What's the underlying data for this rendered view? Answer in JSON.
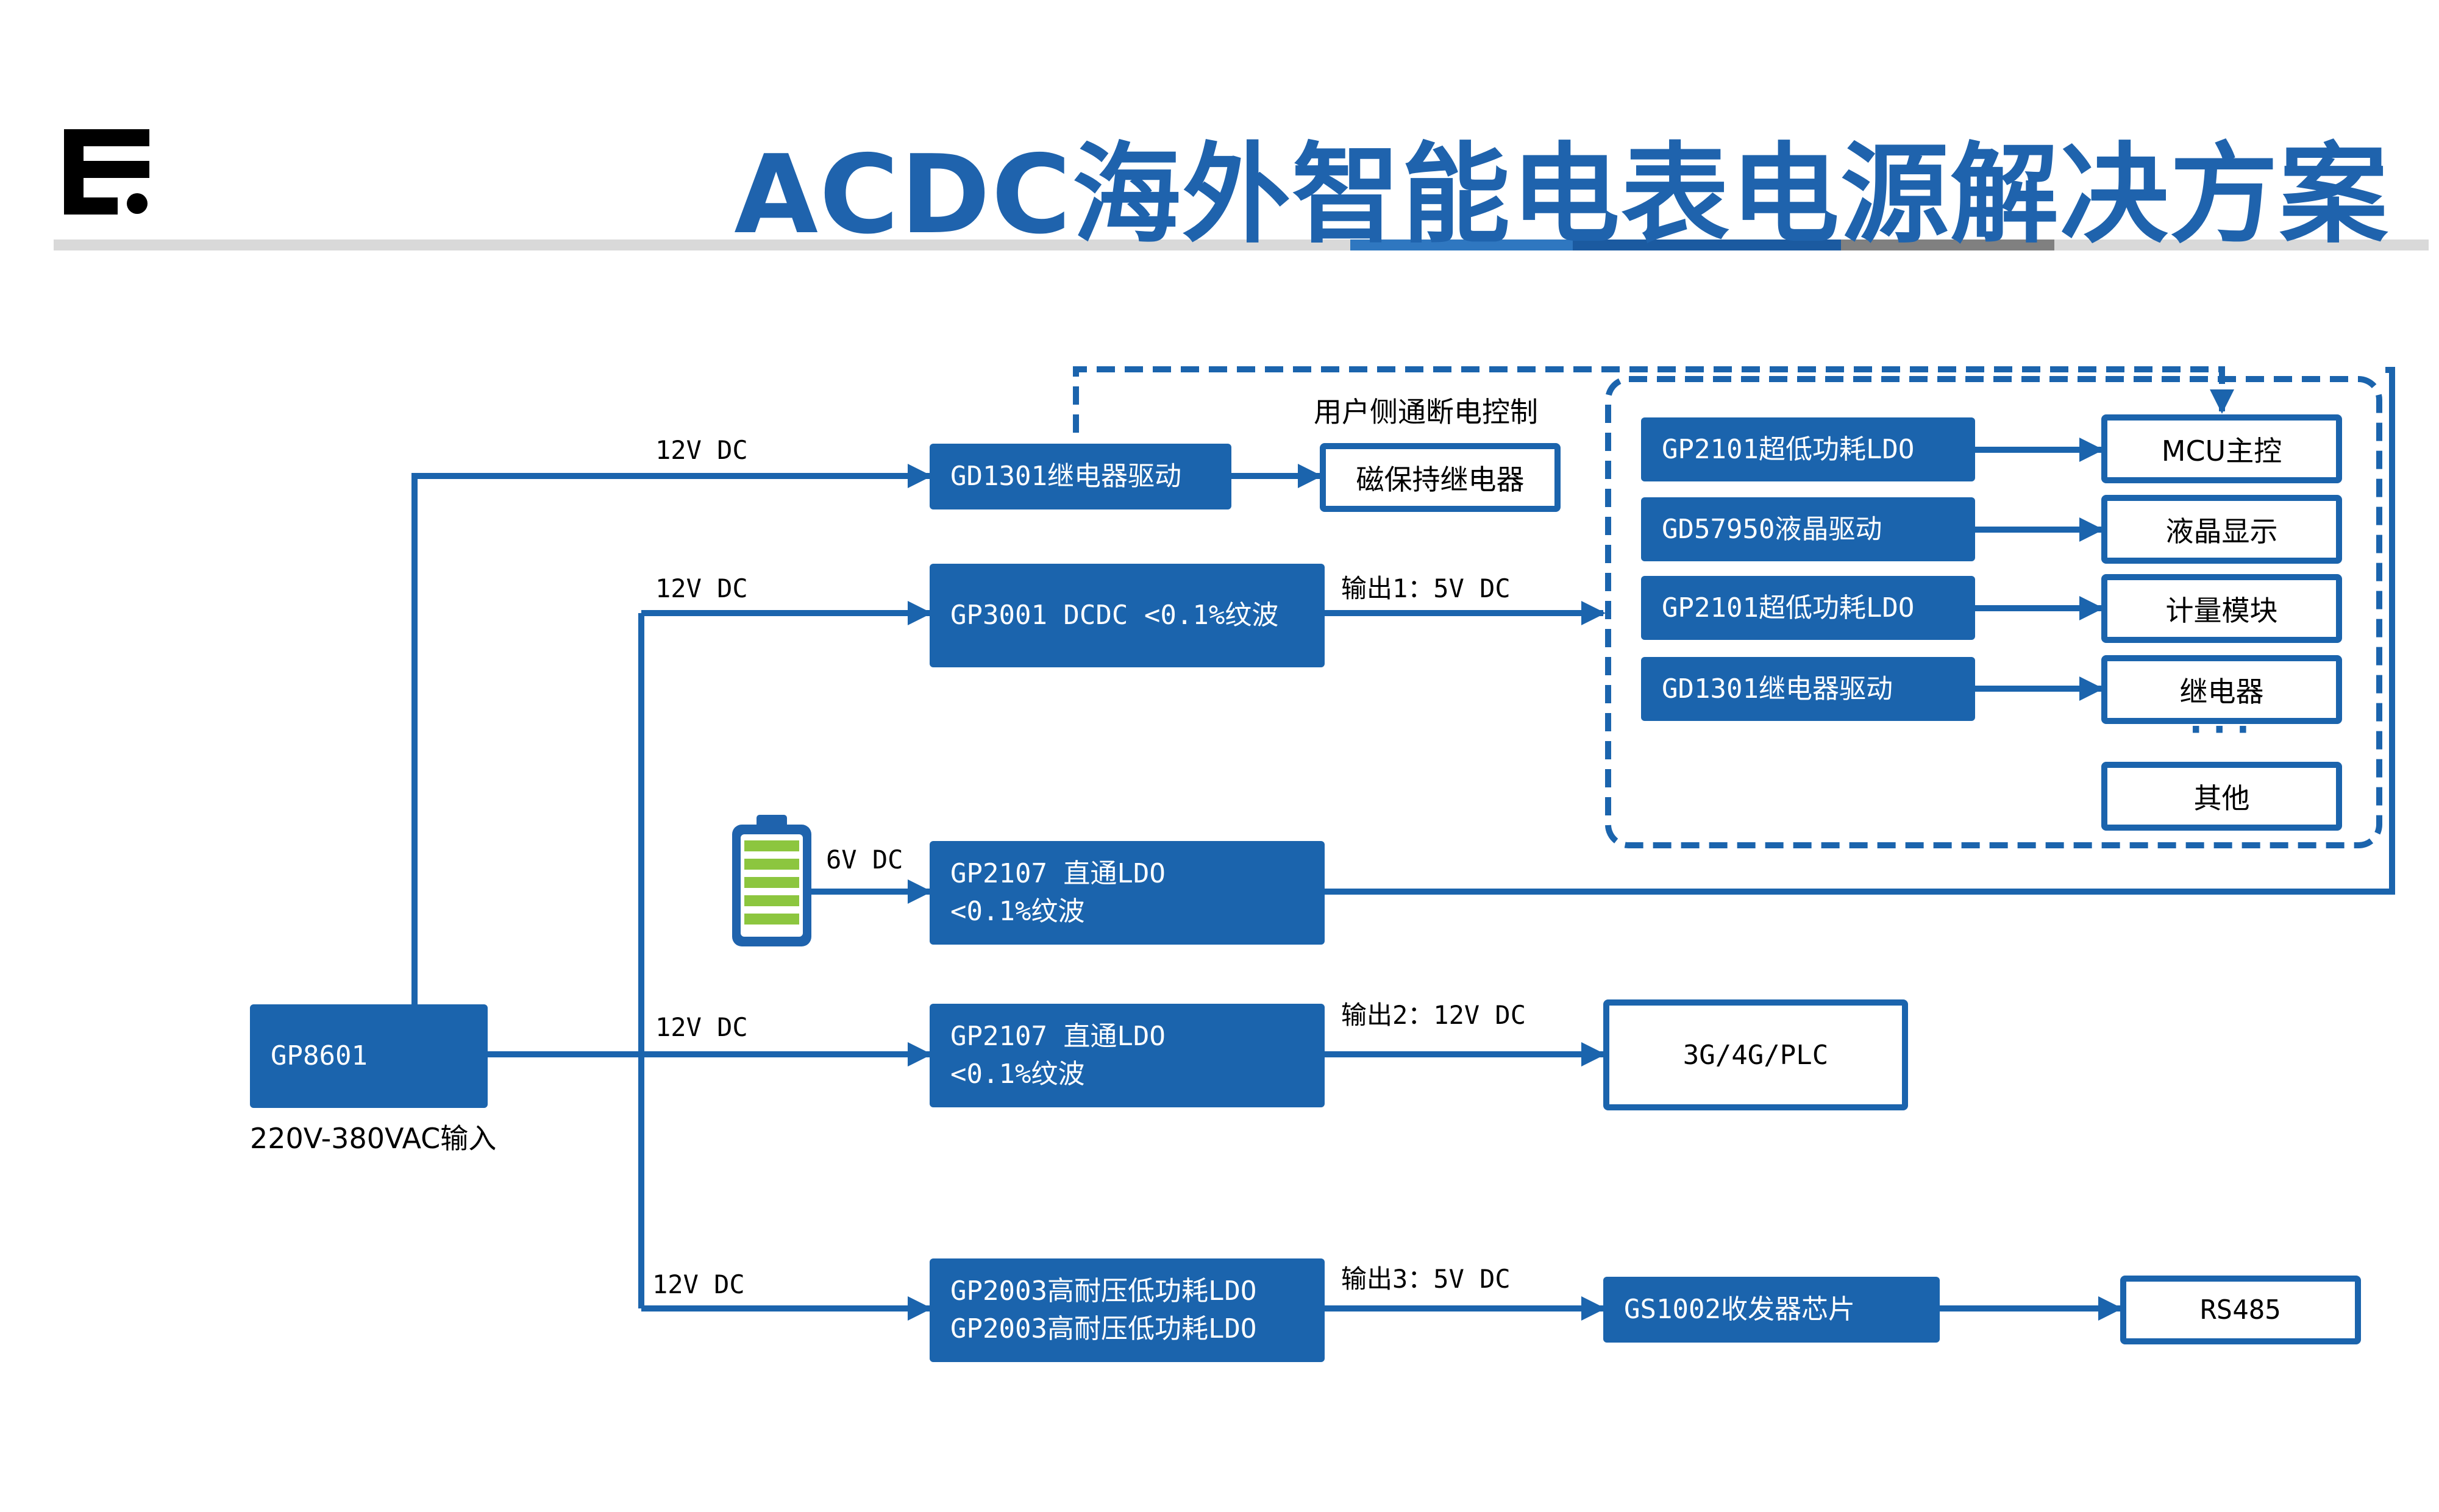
{
  "page": {
    "title": "ACDC海外智能电表电源解决方案",
    "accent_color": "#1f63ad",
    "box_color": "#1b64ad",
    "logo_icon": "brand-logo-icon",
    "battery_icon": "battery-icon",
    "battery_color": "#8cc63f"
  },
  "source": {
    "name": "GP8601",
    "input_label": "220V-380VAC输入"
  },
  "branches": {
    "relay": {
      "voltage": "12V DC",
      "driver": "GD1301继电器驱动",
      "caption": "用户侧通断电控制",
      "relay_box": "磁保持继电器"
    },
    "dcdc": {
      "voltage": "12V DC",
      "line1": "GP3001 DCDC <0.1%纹波",
      "output": "输出1：5V DC"
    },
    "battery": {
      "voltage": "6V DC",
      "line1": "GP2107 直通LDO",
      "line2": "<0.1%纹波"
    },
    "ldo12": {
      "voltage": "12V DC",
      "line1": "GP2107 直通LDO",
      "line2": "<0.1%纹波",
      "output": "输出2：12V DC",
      "target": "3G/4G/PLC"
    },
    "ldo5": {
      "voltage": "12V DC",
      "line1": "GP2003高耐压低功耗LDO",
      "line2": "GP2003高耐压低功耗LDO",
      "output": "输出3：5V DC",
      "transceiver": "GS1002收发器芯片",
      "target": "RS485"
    }
  },
  "load_group": {
    "chips": [
      "GP2101超低功耗LDO",
      "GD57950液晶驱动",
      "GP2101超低功耗LDO",
      "GD1301继电器驱动"
    ],
    "targets": [
      "MCU主控",
      "液晶显示",
      "计量模块",
      "继电器"
    ],
    "ellipsis": "···",
    "other": "其他"
  }
}
